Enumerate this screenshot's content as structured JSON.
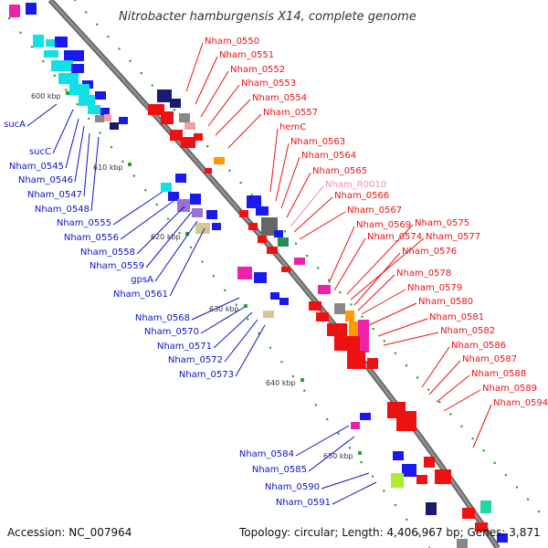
{
  "title": "Nitrobacter hamburgensis X14, complete genome",
  "footer": {
    "accession": "Accession: NC_007964",
    "topology": "Topology: circular; Length: 4,406,967 bp; Genes: 3,871"
  },
  "ticks": [
    "600 kbp",
    "610 kbp",
    "620 kbp",
    "630 kbp",
    "640 kbp",
    "650 kbp"
  ],
  "colors": {
    "backbone": "#8c8c8c",
    "forward_label": "#ee1111",
    "reverse_label": "#1111cc",
    "rna_label": "#f28cbe",
    "red": "#ee1111",
    "blue": "#1a1aee",
    "cyan": "#11e0e8",
    "magenta": "#ee22aa",
    "navy": "#1a1a6e",
    "gray": "#888888",
    "darkgray": "#666666",
    "pink": "#f4a0a8",
    "orange": "#ff9900",
    "green": "#2e8b57",
    "tan": "#d4c890",
    "purple": "#9970d8",
    "lime": "#aaee33",
    "teal": "#20d8a0"
  },
  "forward_labels": [
    "Nham_0550",
    "Nham_0551",
    "Nham_0552",
    "Nham_0553",
    "Nham_0554",
    "Nham_0557",
    "hemC",
    "Nham_0563",
    "Nham_0564",
    "Nham_0565",
    "Nham_R0010",
    "Nham_0566",
    "Nham_0567",
    "Nham_0569",
    "Nham_0575",
    "Nham_0574",
    "Nham_0577",
    "Nham_0576",
    "Nham_0578",
    "Nham_0579",
    "Nham_0580",
    "Nham_0581",
    "Nham_0582",
    "Nham_0586",
    "Nham_0587",
    "Nham_0588",
    "Nham_0589",
    "Nham_0594"
  ],
  "reverse_labels": [
    "sucA",
    "sucC",
    "Nham_0545",
    "Nham_0546",
    "Nham_0547",
    "Nham_0548",
    "Nham_0555",
    "Nham_0556",
    "Nham_0558",
    "Nham_0559",
    "gpsA",
    "Nham_0561",
    "Nham_0568",
    "Nham_0570",
    "Nham_0571",
    "Nham_0572",
    "Nham_0573",
    "Nham_0584",
    "Nham_0585",
    "Nham_0590",
    "Nham_0591"
  ]
}
